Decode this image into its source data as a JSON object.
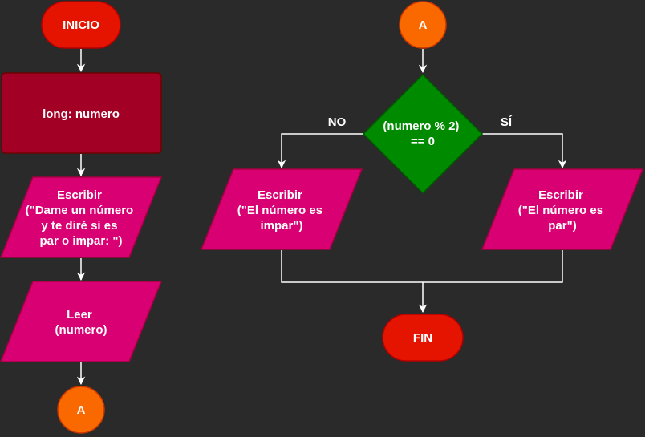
{
  "colors": {
    "background": "#2a2a2a",
    "terminal_fill": "#e51400",
    "terminal_stroke": "#b20000",
    "declaration_fill": "#a20025",
    "declaration_stroke": "#6f0000",
    "io_fill": "#d80073",
    "io_stroke": "#a50040",
    "connector_fill": "#fa6800",
    "connector_stroke": "#c73500",
    "decision_fill": "#008a00",
    "decision_stroke": "#005700",
    "edge": "#ffffff",
    "text": "#ffffff"
  },
  "nodes": {
    "inicio": {
      "lines": [
        "INICIO"
      ]
    },
    "declaracion": {
      "lines": [
        "long: numero"
      ]
    },
    "escribir_prompt": {
      "lines": [
        "Escribir",
        "(\"Dame un número",
        "y te diré si es",
        "par o impar: \")"
      ]
    },
    "leer": {
      "lines": [
        "Leer",
        "(numero)"
      ]
    },
    "connector_out": {
      "lines": [
        "A"
      ]
    },
    "connector_in": {
      "lines": [
        "A"
      ]
    },
    "decision": {
      "lines": [
        "(numero % 2)",
        "== 0"
      ]
    },
    "escribir_impar": {
      "lines": [
        "Escribir",
        "(\"El número es",
        "impar\")"
      ]
    },
    "escribir_par": {
      "lines": [
        "Escribir",
        "(\"El número es",
        "par\")"
      ]
    },
    "fin": {
      "lines": [
        "FIN"
      ]
    }
  },
  "edge_labels": {
    "no": "NO",
    "si": "SÍ"
  }
}
